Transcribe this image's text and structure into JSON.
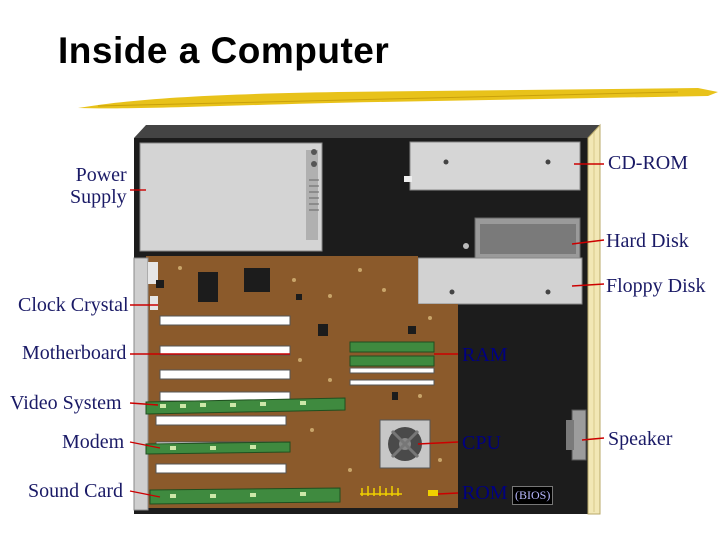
{
  "slide": {
    "title": "Inside a Computer"
  },
  "left_labels": [
    {
      "id": "power",
      "line1": "Power",
      "line2": "Supply"
    },
    {
      "id": "clock",
      "text": "Clock Crystal"
    },
    {
      "id": "motherboard",
      "text": "Motherboard"
    },
    {
      "id": "video",
      "text": "Video System"
    },
    {
      "id": "modem",
      "text": "Modem"
    },
    {
      "id": "sound",
      "text": "Sound Card"
    }
  ],
  "right_labels": [
    {
      "id": "cdrom",
      "text": "CD-ROM"
    },
    {
      "id": "harddisk",
      "text": "Hard Disk"
    },
    {
      "id": "floppy",
      "text": "Floppy Disk"
    },
    {
      "id": "speaker",
      "text": "Speaker"
    }
  ],
  "inner_labels": [
    {
      "id": "ram",
      "text": "RAM"
    },
    {
      "id": "cpu",
      "text": "CPU"
    },
    {
      "id": "rom",
      "text": "ROM"
    }
  ],
  "bios_tag": "(BIOS)",
  "colors": {
    "case_black": "#1c1c1c",
    "board_brown": "#8b5a2b",
    "case_side": "#f2e7b5",
    "leader_line": "#cc0000",
    "highlight_rule": "#e8c21a",
    "inner_label": "#000080"
  }
}
